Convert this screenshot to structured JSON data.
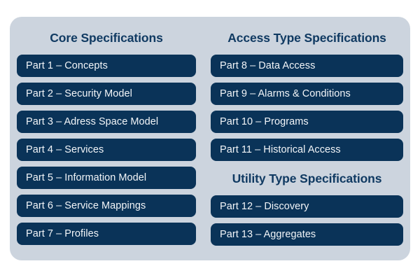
{
  "card": {
    "background_color": "#ccd4de",
    "item_color": "#0a3358",
    "heading_color": "#103a62",
    "item_text_color": "#f2f5f8"
  },
  "columns": [
    {
      "name": "core",
      "sections": [
        {
          "heading": "Core Specifications",
          "items": [
            "Part 1 – Concepts",
            "Part 2 – Security Model",
            "Part 3 – Adress Space Model",
            "Part 4 – Services",
            "Part 5 – Information Model",
            "Part 6 – Service Mappings",
            "Part 7 – Profiles"
          ]
        }
      ]
    },
    {
      "name": "types",
      "sections": [
        {
          "heading": "Access Type Specifications",
          "items": [
            "Part 8 – Data Access",
            "Part 9 – Alarms & Conditions",
            "Part 10 – Programs",
            "Part 11 – Historical Access"
          ]
        },
        {
          "heading": "Utility Type Specifications",
          "items": [
            "Part 12 – Discovery",
            "Part 13 – Aggregates"
          ]
        }
      ]
    }
  ]
}
